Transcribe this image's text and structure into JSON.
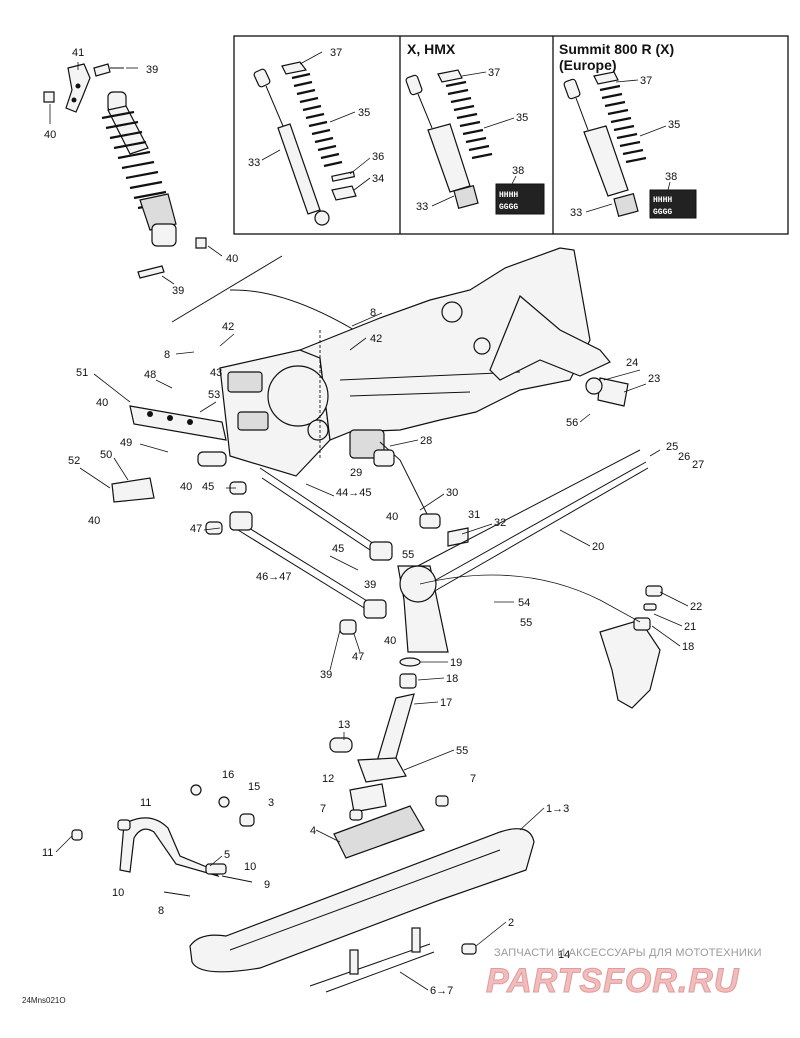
{
  "inset_panels": [
    {
      "title": ""
    },
    {
      "title": "X, HMX"
    },
    {
      "title": "Summit 800 R (X)",
      "subtitle": "(Europe)"
    }
  ],
  "callouts": {
    "c41": "41",
    "c39a": "39",
    "c40a": "40",
    "c40b": "40",
    "c39b": "39",
    "c37a": "37",
    "c35a": "35",
    "c33a": "33",
    "c36": "36",
    "c34": "34",
    "c37b": "37",
    "c35b": "35",
    "c38a": "38",
    "c33b": "33",
    "c37c": "37",
    "c35c": "35",
    "c38b": "38",
    "c33c": "33",
    "c8a": "8",
    "c42a": "42",
    "c42b": "42",
    "c8b": "8",
    "c43": "43",
    "c51": "51",
    "c48": "48",
    "c53": "53",
    "c40c": "40",
    "c24": "24",
    "c23": "23",
    "c56": "56",
    "c28": "28",
    "c29": "29",
    "c49": "49",
    "c50": "50",
    "c52": "52",
    "c40d": "40",
    "c40e": "40",
    "c45a": "45",
    "c44_45": "44→45",
    "c30": "30",
    "c31": "31",
    "c32": "32",
    "c25": "25",
    "c26": "26",
    "c27": "27",
    "c20": "20",
    "c47a": "47",
    "c45b": "45",
    "c55a": "55",
    "c40f": "40",
    "c46_47": "46→47",
    "c39c": "39",
    "c22": "22",
    "c54": "54",
    "c55b": "55",
    "c21": "21",
    "c18a": "18",
    "c40g": "40",
    "c39d": "39",
    "c47b": "47",
    "c19": "19",
    "c18b": "18",
    "c17": "17",
    "c13": "13",
    "c55c": "55",
    "c16": "16",
    "c15": "15",
    "c3": "3",
    "c12": "12",
    "c7a": "7",
    "c7b": "7",
    "c4": "4",
    "c1_3": "1→3",
    "c11a": "11",
    "c11b": "11",
    "c5": "5",
    "c10a": "10",
    "c10b": "10",
    "c9": "9",
    "c8c": "8",
    "c2": "2",
    "c14": "14",
    "c6_7": "6→7"
  },
  "reference_code": "24Mns021O",
  "watermark": {
    "tagline": "ЗАПЧАСТИ И АКСЕССУАРЫ ДЛЯ МОТОТЕХНИКИ",
    "brand": "PARTSFOR.RU"
  },
  "colors": {
    "line": "#111111",
    "watermark_fill": "#f0bcbc",
    "watermark_stroke": "#e39a9a",
    "watermark_text": "#9a9a9a"
  }
}
